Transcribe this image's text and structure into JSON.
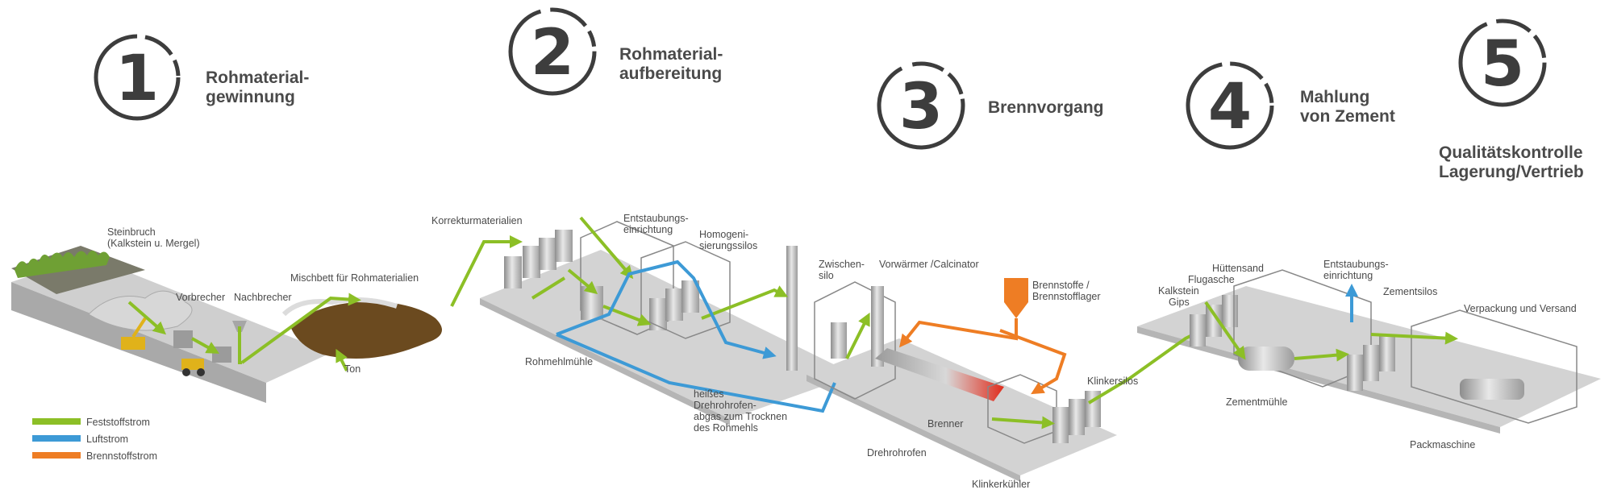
{
  "stages": [
    {
      "number": "1",
      "title_line1": "Rohmaterial-",
      "title_line2": "gewinnung"
    },
    {
      "number": "2",
      "title_line1": "Rohmaterial-",
      "title_line2": "aufbereitung"
    },
    {
      "number": "3",
      "title_line1": "Brennvorgang",
      "title_line2": ""
    },
    {
      "number": "4",
      "title_line1": "Mahlung",
      "title_line2": "von Zement"
    },
    {
      "number": "5",
      "title_line1": "Qualitätskontrolle",
      "title_line2": "Lagerung/Vertrieb"
    }
  ],
  "labels": {
    "steinbruch_1": "Steinbruch",
    "steinbruch_2": "(Kalkstein u. Mergel)",
    "vorbrecher": "Vorbrecher",
    "nachbrecher": "Nachbrecher",
    "mischbett": "Mischbett für Rohmaterialien",
    "ton": "Ton",
    "korrekturmaterialien": "Korrekturmaterialien",
    "entstaubung1_1": "Entstaubungs-",
    "entstaubung1_2": "einrichtung",
    "homogen_1": "Homogeni-",
    "homogen_2": "sierungssilos",
    "rohmehlmuehle": "Rohmehlmühle",
    "heisses_1": "heißes",
    "heisses_2": "Drehrohrofen-",
    "heisses_3": "abgas zum Trocknen",
    "heisses_4": "des Rohmehls",
    "zwischensilo_1": "Zwischen-",
    "zwischensilo_2": "silo",
    "vorwaermer": "Vorwärmer /Calcinator",
    "brennstoffe_1": "Brennstoffe /",
    "brennstoffe_2": "Brennstofflager",
    "brenner": "Brenner",
    "drehrohrofen": "Drehrohrofen",
    "klinkersilos": "Klinkersilos",
    "klinkerkuehler": "Klinkerkühler",
    "huettensand": "Hüttensand",
    "flugasche": "Flugasche",
    "kalkstein": "Kalkstein",
    "gips": "Gips",
    "entstaubung2_1": "Entstaubungs-",
    "entstaubung2_2": "einrichtung",
    "zementsilos": "Zementsilos",
    "verpackung": "Verpackung und Versand",
    "zementmuehle": "Zementmühle",
    "packmaschine": "Packmaschine"
  },
  "legend": [
    {
      "label": "Feststoffstrom",
      "color": "#8cbf26"
    },
    {
      "label": "Luftstrom",
      "color": "#3d9ad6"
    },
    {
      "label": "Brennstoffstrom",
      "color": "#ee7d24"
    }
  ],
  "colors": {
    "solid_flow": "#8cbf26",
    "air_flow": "#3d9ad6",
    "fuel_flow": "#ee7d24",
    "ground": "#c9c9c9",
    "number": "#3d3d3d"
  }
}
